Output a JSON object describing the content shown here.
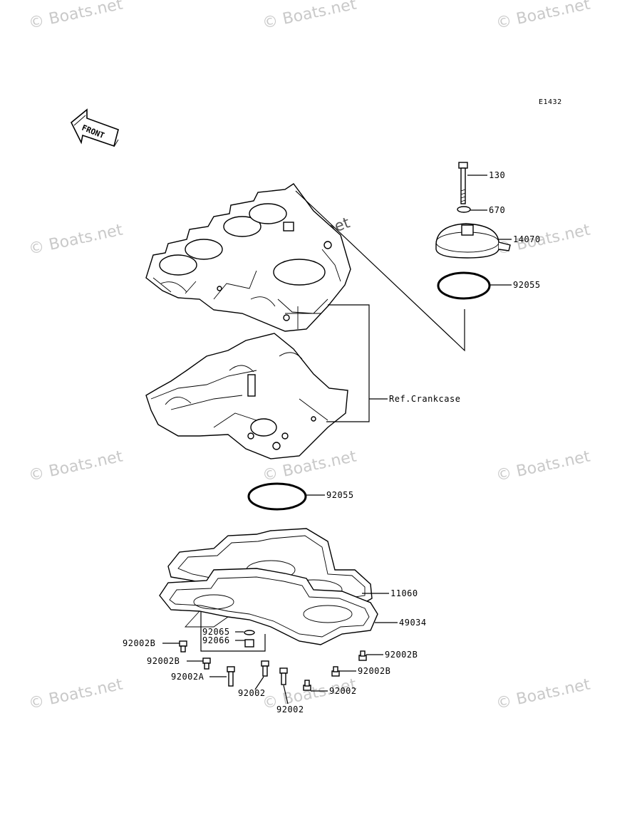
{
  "diagram": {
    "code": "E1432",
    "front_label": "FRONT",
    "ref_label": "Ref.Crankcase"
  },
  "watermark": {
    "text": "© Boats.net"
  },
  "parts": {
    "p130": "130",
    "p670": "670",
    "p14070": "14070",
    "p92055_upper": "92055",
    "p92055_lower": "92055",
    "p11060": "11060",
    "p49034": "49034",
    "p92065": "92065",
    "p92066": "92066",
    "p92002B_1": "92002B",
    "p92002B_2": "92002B",
    "p92002A": "92002A",
    "p92002_1": "92002",
    "p92002_2": "92002",
    "p92002_3": "92002",
    "p92002B_3": "92002B",
    "p92002B_4": "92002B"
  }
}
